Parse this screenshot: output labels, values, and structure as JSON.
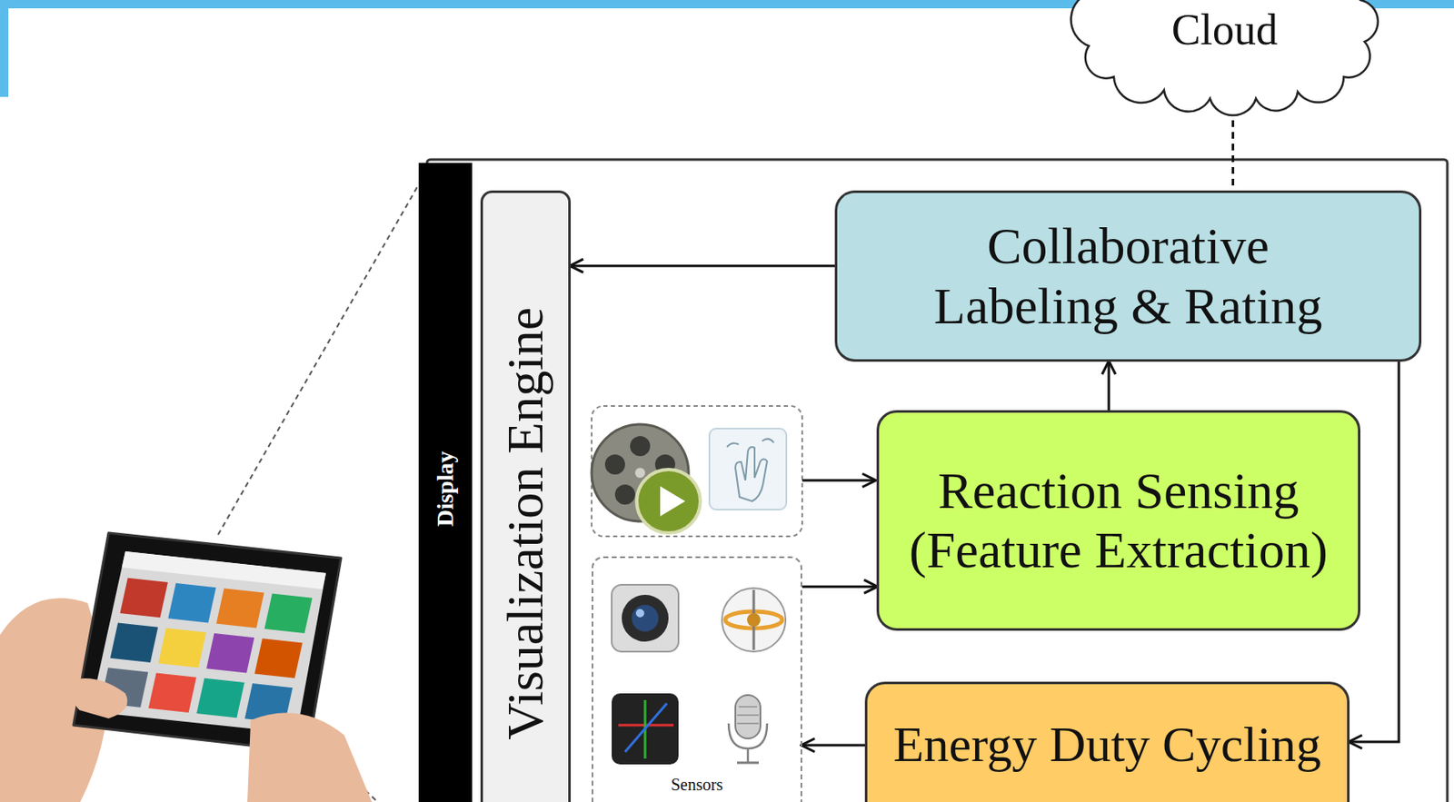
{
  "diagram": {
    "nodes": [
      {
        "text": [
          "Cloud"
        ]
      },
      {
        "text": [
          "Display"
        ]
      },
      {
        "text": [
          "Visualization Engine"
        ]
      },
      {
        "text": [
          "Collaborative Labeling & Rating"
        ]
      },
      {
        "text": [
          "Reaction Sensing (Feature Extraction)"
        ]
      },
      {
        "text": [
          "Sensors"
        ]
      },
      {
        "text": [
          "Energy Duty Cycling"
        ]
      }
    ],
    "edges": [
      {
        "from": 3,
        "to": 2,
        "arrow": "to"
      },
      {
        "from": 4,
        "to": 3,
        "arrow": "to"
      },
      {
        "from": 5,
        "to": 4,
        "arrow": "to"
      },
      {
        "from": 3,
        "to": 6,
        "arrow": "to"
      },
      {
        "from": 6,
        "to": 5,
        "arrow": "to"
      },
      {
        "from": 0,
        "to": 3,
        "arrow": "none"
      }
    ]
  }
}
